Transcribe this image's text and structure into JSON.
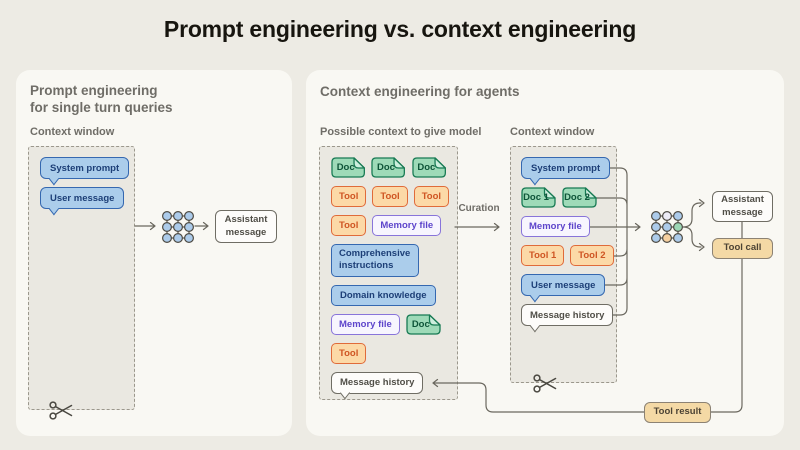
{
  "title": "Prompt engineering vs. context engineering",
  "left_panel": {
    "heading": [
      "Prompt engineering",
      "for single turn queries"
    ],
    "context_window_label": "Context window",
    "context_rows": [
      [
        {
          "label": "System prompt",
          "type": "bubble-blue"
        }
      ],
      [
        {
          "label": "User message",
          "type": "bubble-blue"
        }
      ]
    ],
    "assistant_label": "Assistant message"
  },
  "right_panel": {
    "heading": "Context engineering for agents",
    "possible_context_label": "Possible context to give model",
    "context_window_label": "Context window",
    "curation_label": "Curation",
    "possible_rows": [
      [
        {
          "label": "Doc",
          "type": "doc"
        },
        {
          "label": "Doc",
          "type": "doc"
        },
        {
          "label": "Doc",
          "type": "doc"
        }
      ],
      [
        {
          "label": "Tool",
          "type": "tool"
        },
        {
          "label": "Tool",
          "type": "tool"
        },
        {
          "label": "Tool",
          "type": "tool"
        }
      ],
      [
        {
          "label": "Tool",
          "type": "tool"
        },
        {
          "label": "Memory file",
          "type": "memory"
        }
      ],
      [
        {
          "label": "Comprehensive instructions",
          "type": "blue wide"
        }
      ],
      [
        {
          "label": "Domain knowledge",
          "type": "blue"
        }
      ],
      [
        {
          "label": "Memory file",
          "type": "memory"
        },
        {
          "label": "Doc",
          "type": "doc"
        }
      ],
      [
        {
          "label": "Tool",
          "type": "tool"
        }
      ],
      [
        {
          "label": "Message history",
          "type": "bubble-white"
        }
      ]
    ],
    "window_rows": [
      [
        {
          "label": "System prompt",
          "type": "bubble-blue"
        }
      ],
      [
        {
          "label": "Doc 1",
          "type": "doc"
        },
        {
          "label": "Doc 2",
          "type": "doc"
        }
      ],
      [
        {
          "label": "Memory file",
          "type": "memory"
        }
      ],
      [
        {
          "label": "Tool 1",
          "type": "tool"
        },
        {
          "label": "Tool 2",
          "type": "tool"
        }
      ],
      [
        {
          "label": "User message",
          "type": "bubble-blue"
        }
      ],
      [
        {
          "label": "Message history",
          "type": "bubble-white"
        }
      ]
    ],
    "assistant_label": "Assistant message",
    "tool_call_label": "Tool call",
    "tool_result_label": "Tool result"
  },
  "model_icon": {
    "fill_colors": {
      "blue": "#accbea",
      "lavender": "#edecf6",
      "green": "#9cd6b5",
      "peach": "#f6d0a0"
    },
    "left_fills": [
      [
        "blue",
        "blue",
        "blue"
      ],
      [
        "blue",
        "blue",
        "blue"
      ],
      [
        "blue",
        "blue",
        "blue"
      ]
    ],
    "right_fills": [
      [
        "blue",
        "lavender",
        "blue"
      ],
      [
        "blue",
        "blue",
        "green"
      ],
      [
        "blue",
        "peach",
        "blue"
      ]
    ]
  },
  "colors": {
    "page_bg": "#edebe4",
    "card_bg": "#f9f8f3",
    "box_bg": "#eae8e1",
    "blue_fill": "#abcdeb",
    "blue_border": "#3568b0",
    "blue_text": "#1d3f77",
    "green_fill": "#9edab8",
    "green_border": "#177a53",
    "green_text": "#0e5438",
    "orange_fill": "#fcd9a7",
    "orange_border": "#e06b3a",
    "orange_text": "#cf5523",
    "purple_fill": "#f7f5fe",
    "purple_border": "#8874da",
    "purple_text": "#5d45cb",
    "white_fill": "#fdfcfa",
    "gray_border": "#6f6d64",
    "gray_text": "#504e47",
    "tan_fill": "#f4d9a5",
    "tan_border": "#8c8273",
    "tan_text": "#4c4334",
    "line": "#6b685f"
  }
}
